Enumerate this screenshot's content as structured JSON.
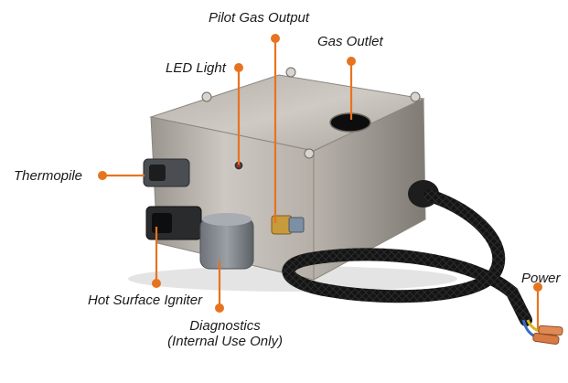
{
  "labels": {
    "pilot_gas_output": "Pilot Gas Output",
    "gas_outlet": "Gas Outlet",
    "led_light": "LED Light",
    "thermopile": "Thermopile",
    "hot_surface_igniter": "Hot Surface Igniter",
    "diagnostics_line1": "Diagnostics",
    "diagnostics_line2": "(Internal Use Only)",
    "power": "Power"
  },
  "colors": {
    "accent": "#e8731f",
    "steel_light": "#c9c4bd",
    "steel_dark": "#7d7873",
    "cable": "#141414"
  }
}
